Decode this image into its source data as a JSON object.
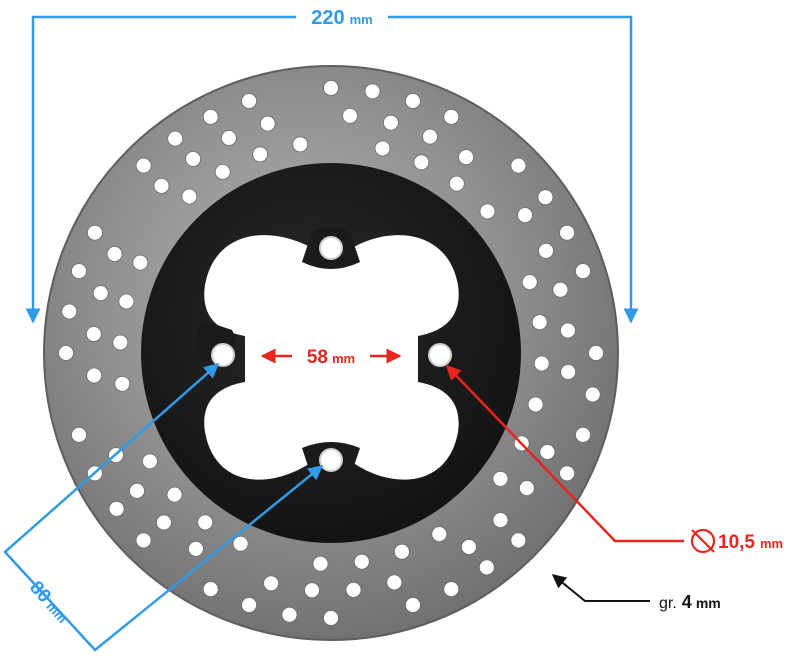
{
  "dimensions": {
    "outer_diameter": {
      "value": "220",
      "unit": "mm"
    },
    "center_bore": {
      "value": "58",
      "unit": "mm"
    },
    "bolt_circle": {
      "value": "80",
      "unit": "mm"
    },
    "bolt_hole": {
      "symbol": "⌀",
      "value": "10,5",
      "unit": "mm"
    },
    "thickness": {
      "prefix": "gr.",
      "value": "4",
      "unit": "mm"
    }
  },
  "colors": {
    "blue_dimension": "#2f9be8",
    "red_dimension": "#e8251f",
    "black_arrow": "#111111",
    "rotor_steel": "#8a8a8a",
    "carrier_black": "#1b1b1b"
  }
}
